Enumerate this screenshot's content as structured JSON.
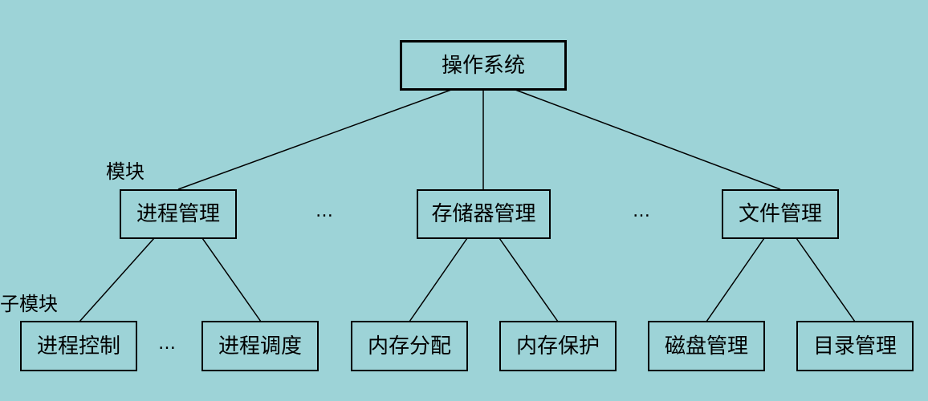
{
  "root": {
    "label": "操作系统"
  },
  "level_labels": {
    "module": "模块",
    "submodule": "子模块"
  },
  "modules": [
    {
      "label": "进程管理",
      "children": [
        "进程控制",
        "进程调度"
      ],
      "ellipsis_between_children": "…"
    },
    {
      "label": "存储器管理",
      "children": [
        "内存分配",
        "内存保护"
      ]
    },
    {
      "label": "文件管理",
      "children": [
        "磁盘管理",
        "目录管理"
      ]
    }
  ],
  "module_ellipsis": "…",
  "colors": {
    "background": "#9dd3d7",
    "line": "#000000",
    "text": "#000000"
  }
}
